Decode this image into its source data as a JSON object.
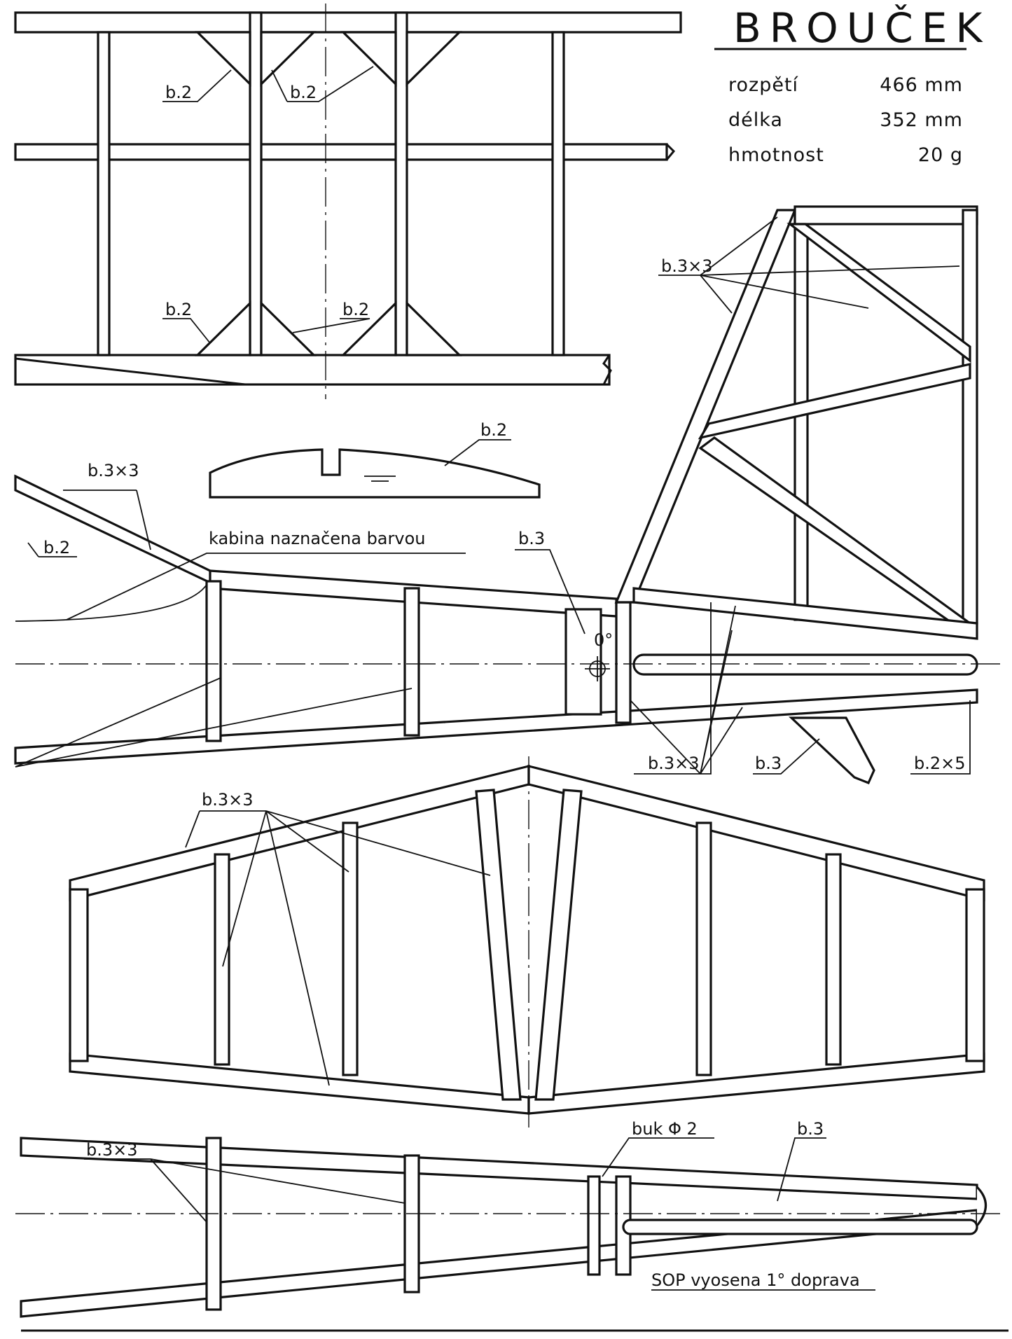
{
  "title": "BROUČEK",
  "specs": [
    {
      "label": "rozpětí",
      "value": "466 mm"
    },
    {
      "label": "délka",
      "value": "352 mm"
    },
    {
      "label": "hmotnost",
      "value": "20 g"
    }
  ],
  "labels": {
    "b2": "b.2",
    "b3": "b.3",
    "b3x3": "b.3×3",
    "b2x5": "b.2×5",
    "kabina": "kabina naznačena barvou",
    "angle": "0°",
    "buk": "buk Φ 2",
    "sop": "SOP vyosena 1° doprava"
  }
}
